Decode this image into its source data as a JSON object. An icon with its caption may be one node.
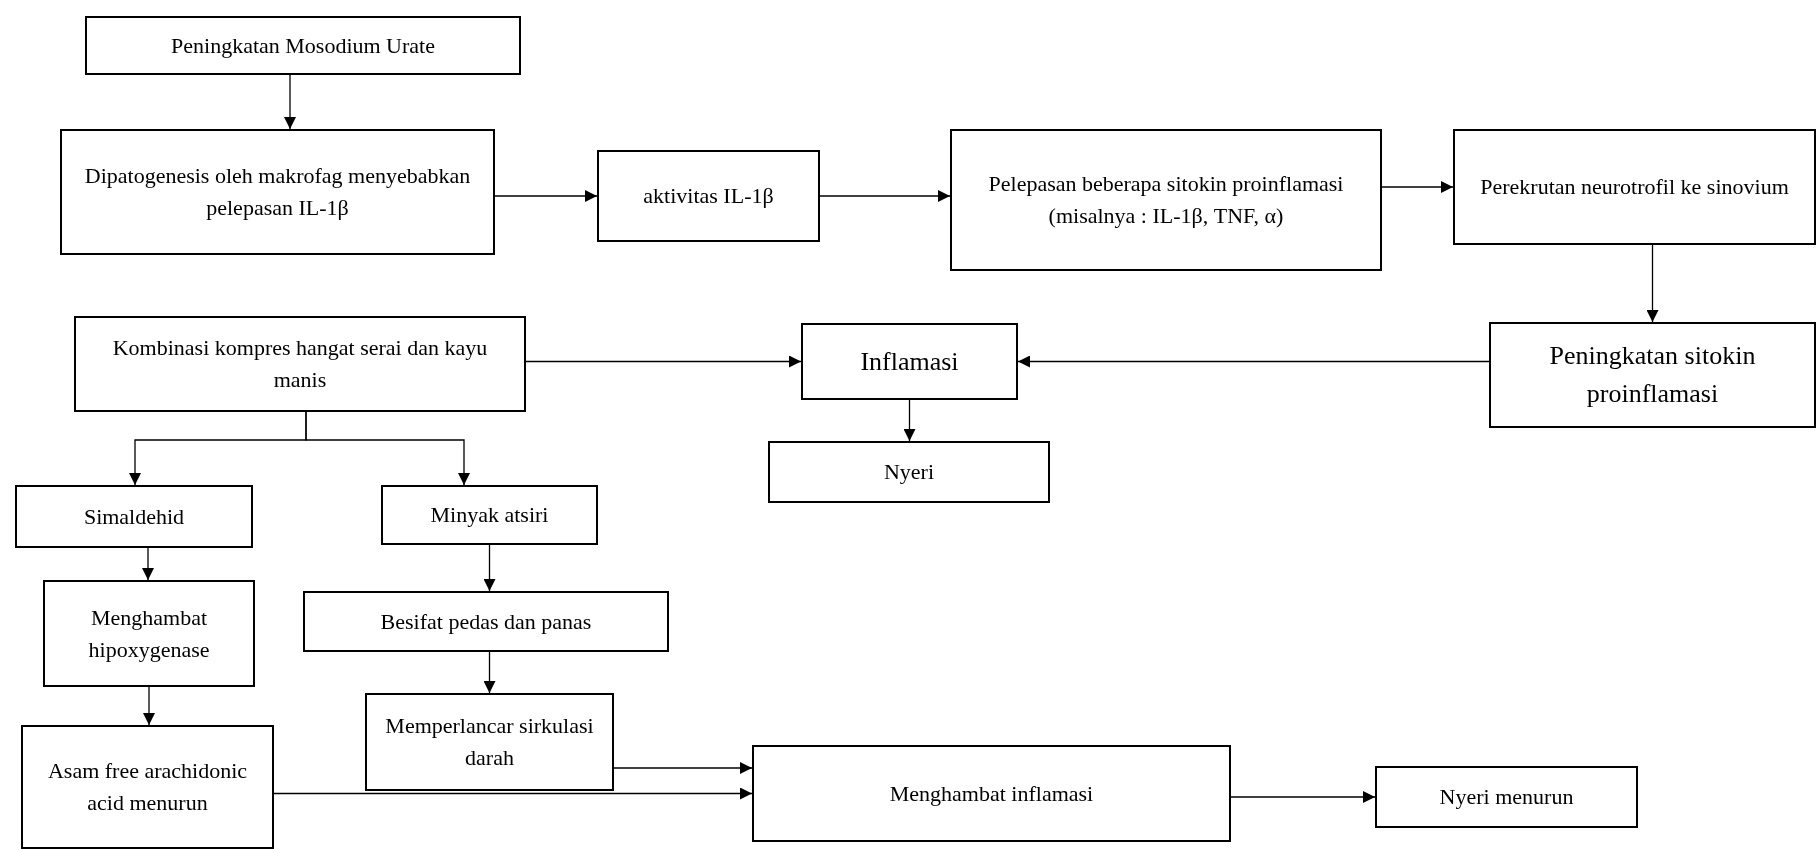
{
  "diagram": {
    "nodes": [
      {
        "text": [
          "Peningkatan Mosodium Urate"
        ]
      },
      {
        "text": [
          "Dipatogenesis oleh makrofag menyebabkan pelepasan IL-1β"
        ]
      },
      {
        "text": [
          "aktivitas IL-1β"
        ]
      },
      {
        "text": [
          "Pelepasan beberapa sitokin proinflamasi (misalnya : IL-1β, TNF, α)"
        ]
      },
      {
        "text": [
          "Perekrutan neurotrofil ke sinovium"
        ]
      },
      {
        "text": [
          "Peningkatan sitokin proinflamasi"
        ]
      },
      {
        "text": [
          "Kombinasi kompres hangat serai dan kayu manis"
        ]
      },
      {
        "text": [
          "Inflamasi"
        ]
      },
      {
        "text": [
          "Nyeri"
        ]
      },
      {
        "text": [
          "Simaldehid"
        ]
      },
      {
        "text": [
          "Minyak atsiri"
        ]
      },
      {
        "text": [
          "Menghambat hipoxygenase"
        ]
      },
      {
        "text": [
          "Besifat pedas dan panas"
        ]
      },
      {
        "text": [
          "Memperlancar sirkulasi darah"
        ]
      },
      {
        "text": [
          "Asam free arachidonic acid menurun"
        ]
      },
      {
        "text": [
          "Menghambat inflamasi"
        ]
      },
      {
        "text": [
          "Nyeri menurun"
        ]
      }
    ],
    "edges": [
      {
        "from": 0,
        "to": 1,
        "arrow": "to"
      },
      {
        "from": 1,
        "to": 2,
        "arrow": "to"
      },
      {
        "from": 2,
        "to": 3,
        "arrow": "to"
      },
      {
        "from": 3,
        "to": 4,
        "arrow": "to"
      },
      {
        "from": 4,
        "to": 5,
        "arrow": "to"
      },
      {
        "from": 5,
        "to": 7,
        "arrow": "to"
      },
      {
        "from": 6,
        "to": 7,
        "arrow": "to"
      },
      {
        "from": 7,
        "to": 8,
        "arrow": "to"
      },
      {
        "from": 6,
        "to": 9,
        "arrow": "to"
      },
      {
        "from": 6,
        "to": 10,
        "arrow": "to"
      },
      {
        "from": 9,
        "to": 11,
        "arrow": "to"
      },
      {
        "from": 11,
        "to": 14,
        "arrow": "to"
      },
      {
        "from": 10,
        "to": 12,
        "arrow": "to"
      },
      {
        "from": 12,
        "to": 13,
        "arrow": "to"
      },
      {
        "from": 13,
        "to": 15,
        "arrow": "to"
      },
      {
        "from": 14,
        "to": 15,
        "arrow": "to"
      },
      {
        "from": 15,
        "to": 16,
        "arrow": "to"
      }
    ]
  }
}
